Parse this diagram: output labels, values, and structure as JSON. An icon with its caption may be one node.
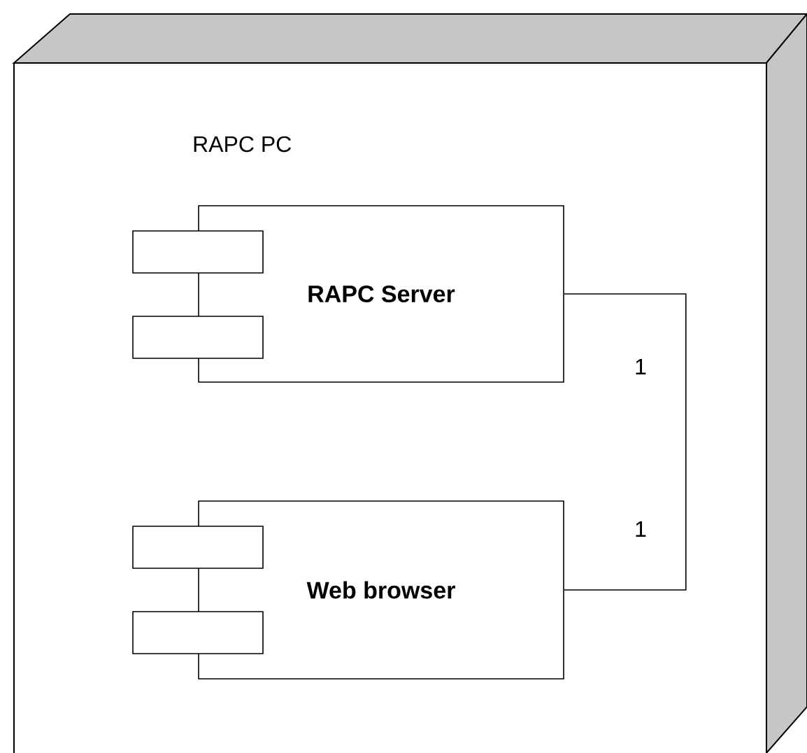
{
  "diagram": {
    "nodes": [
      {
        "text": [
          "RAPC PC"
        ]
      },
      {
        "text": [
          "RAPC Server"
        ],
        "in": 0
      },
      {
        "text": [
          "Web browser"
        ],
        "in": 0
      }
    ],
    "edges": [
      {
        "from": 1,
        "to": 2,
        "arrow": "none"
      }
    ],
    "labels": [
      "1",
      "1"
    ]
  }
}
